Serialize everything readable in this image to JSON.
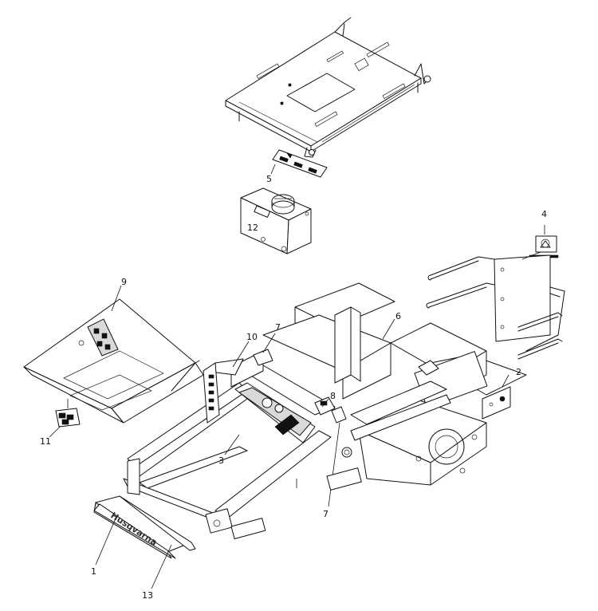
{
  "callouts": [
    {
      "id": "c1",
      "label": "1"
    },
    {
      "id": "c2",
      "label": "2"
    },
    {
      "id": "c3",
      "label": "3"
    },
    {
      "id": "c4",
      "label": "4"
    },
    {
      "id": "c5",
      "label": "5"
    },
    {
      "id": "c6",
      "label": "6"
    },
    {
      "id": "c7a",
      "label": "7"
    },
    {
      "id": "c7b",
      "label": "7"
    },
    {
      "id": "c8",
      "label": "8"
    },
    {
      "id": "c9",
      "label": "9"
    },
    {
      "id": "c10",
      "label": "10"
    },
    {
      "id": "c11",
      "label": "11"
    },
    {
      "id": "c12",
      "label": "12"
    },
    {
      "id": "c13",
      "label": "13"
    }
  ],
  "brand_logo_text": "Husqvarna",
  "colors": {
    "line": "#111111",
    "background": "#ffffff",
    "shade": "#d9d9d9"
  }
}
